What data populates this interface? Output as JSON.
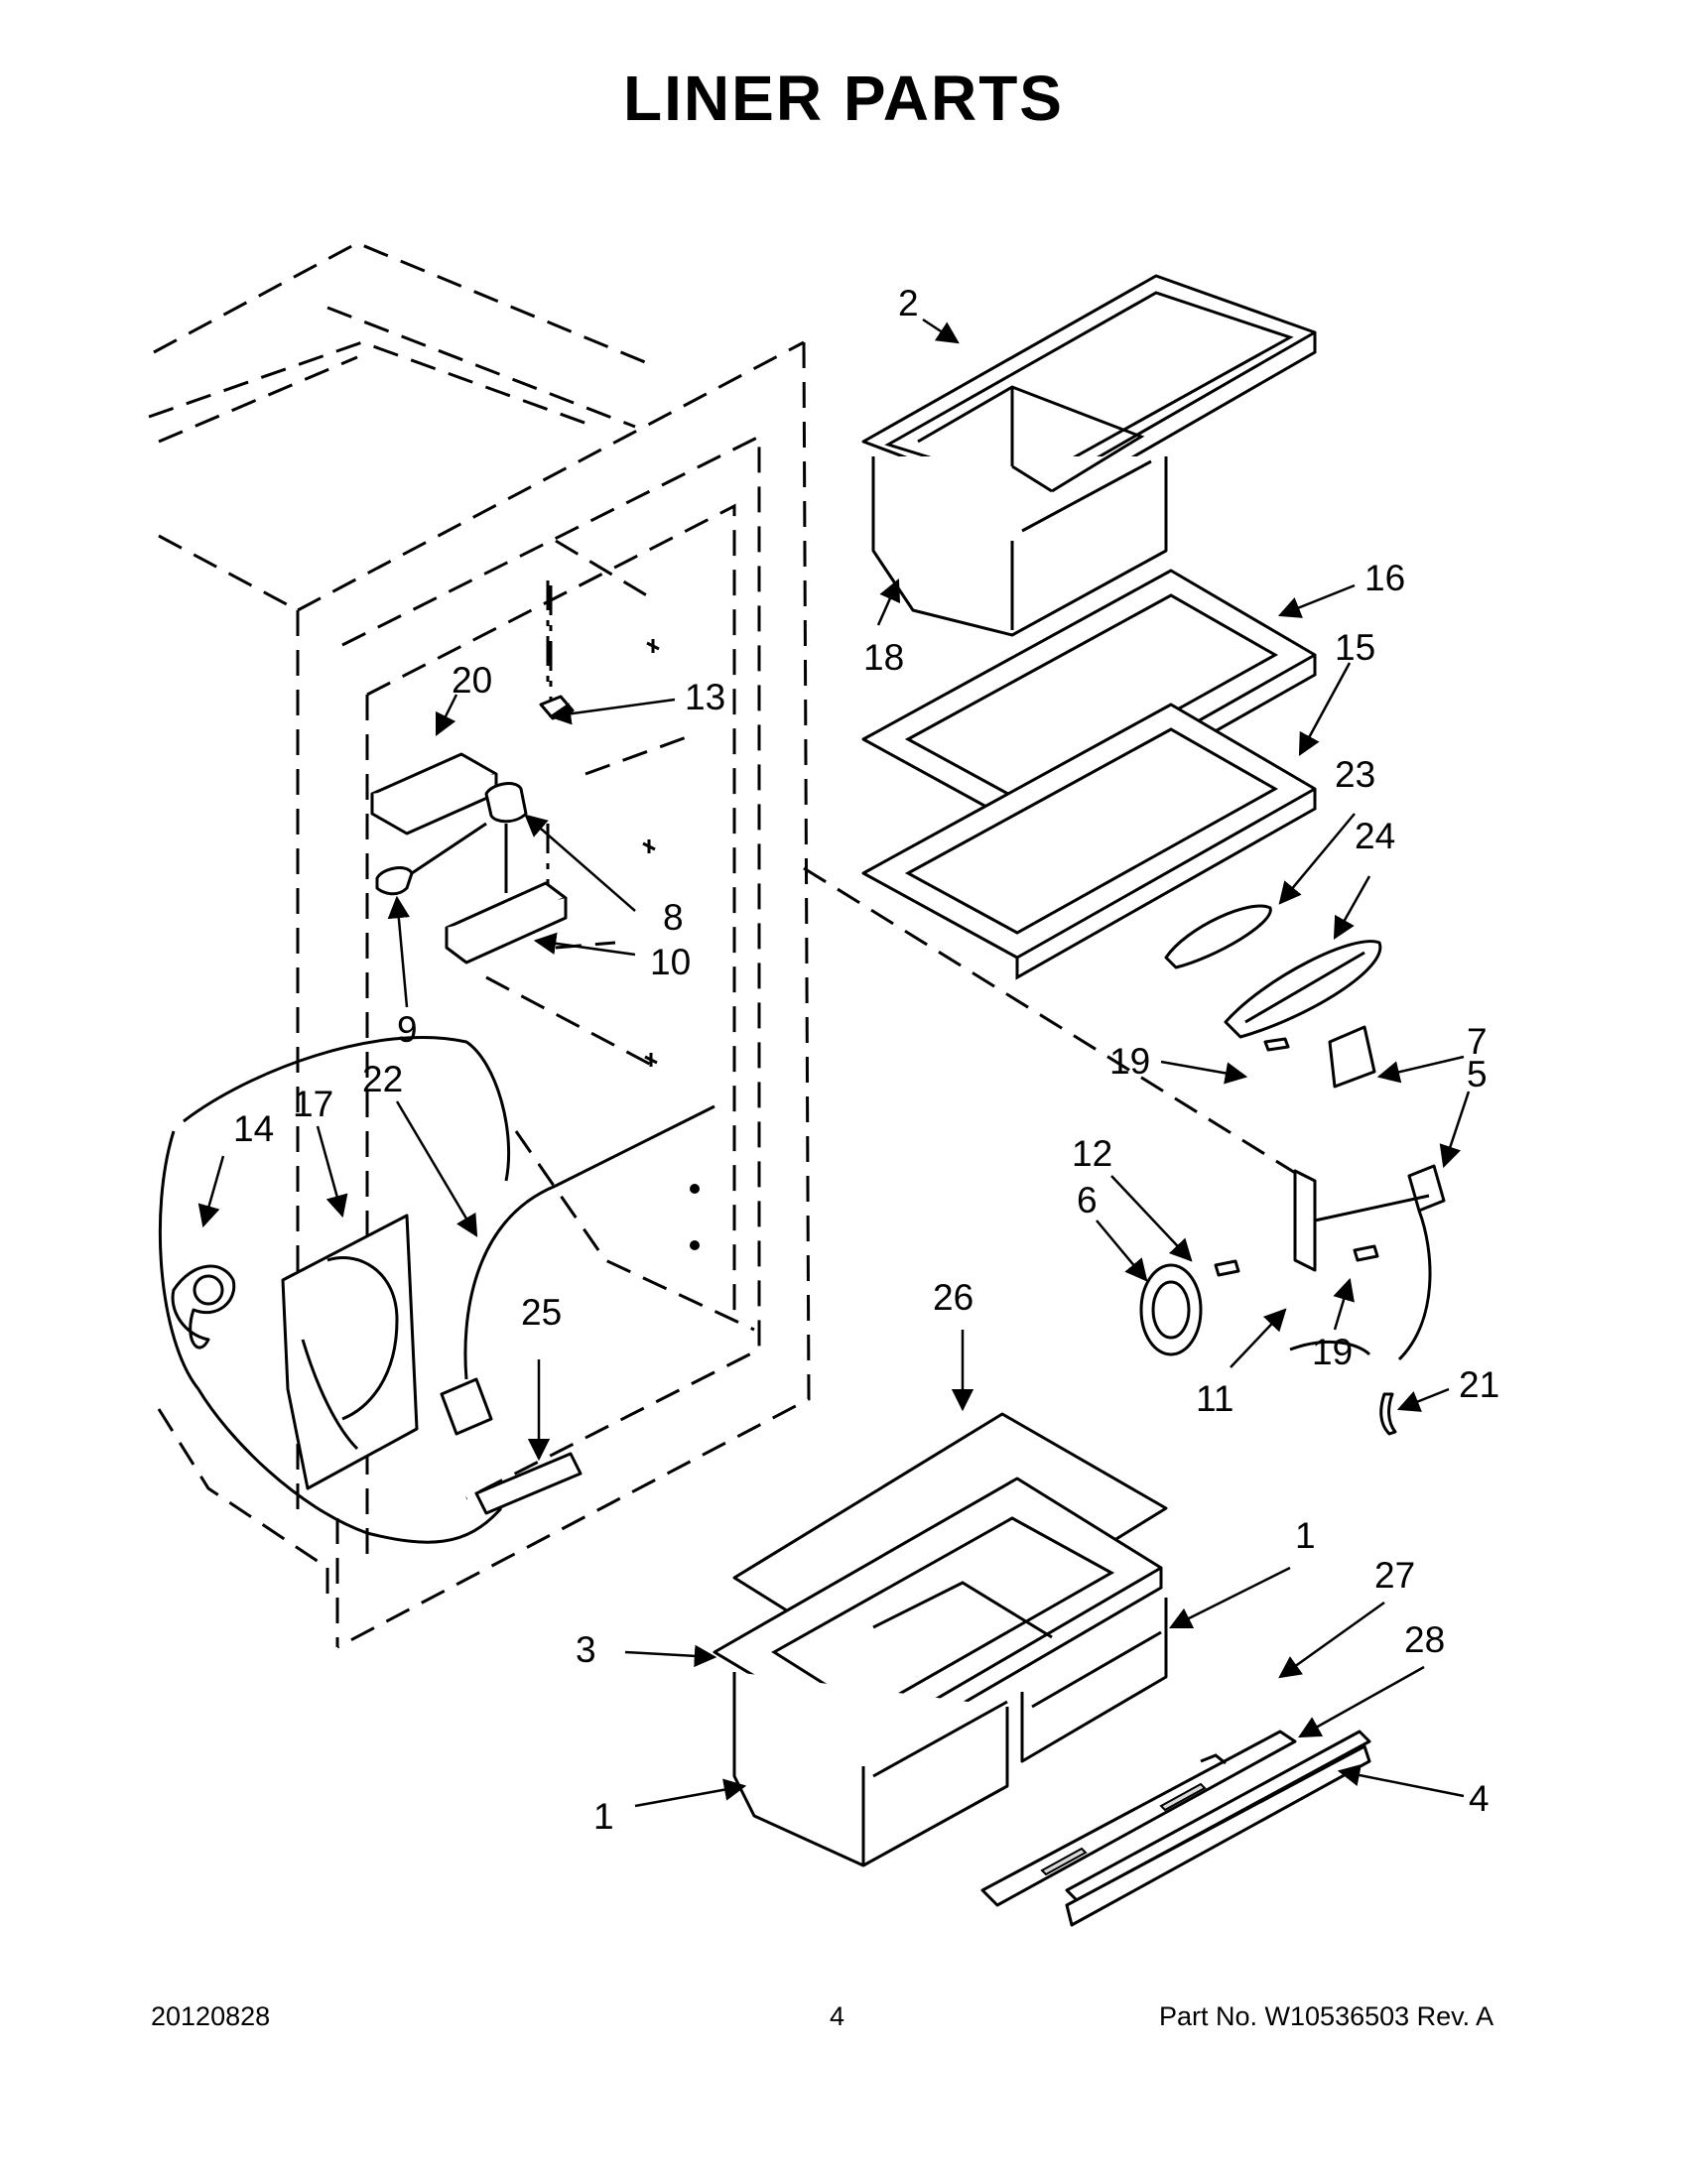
{
  "page": {
    "title": "LINER PARTS",
    "footer_date": "20120828",
    "footer_page": "4",
    "footer_part": "Part No.  W10536503  Rev.  A"
  },
  "callouts": {
    "c1a": "1",
    "c1b": "1",
    "c2": "2",
    "c3": "3",
    "c4": "4",
    "c5": "5",
    "c6": "6",
    "c7": "7",
    "c8": "8",
    "c9": "9",
    "c10": "10",
    "c11": "11",
    "c12": "12",
    "c13": "13",
    "c14": "14",
    "c15": "15",
    "c16": "16",
    "c17": "17",
    "c18": "18",
    "c19a": "19",
    "c19b": "19",
    "c20": "20",
    "c21": "21",
    "c22": "22",
    "c23": "23",
    "c24": "24",
    "c25": "25",
    "c26": "26",
    "c27": "27",
    "c28": "28"
  }
}
